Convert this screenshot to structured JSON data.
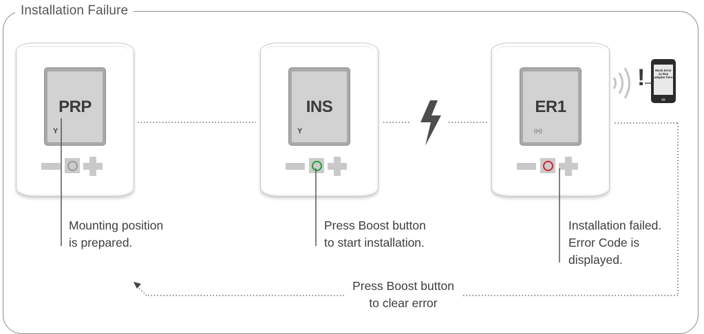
{
  "title": "Installation Failure",
  "devices": [
    {
      "code": "PRP",
      "status_icon": "wrench-icon",
      "button_ring_color": "#9a9a9a"
    },
    {
      "code": "INS",
      "status_icon": "wrench-icon",
      "button_ring_color": "#1aa33a"
    },
    {
      "code": "ER1",
      "status_icon": "radio-signal-icon",
      "button_ring_color": "#d0202e"
    }
  ],
  "captions": {
    "step1": "Mounting position\nis prepared.",
    "step2": "Press Boost button\nto start installation.",
    "step3": "Installation failed.\nError Code is\ndisplayed.",
    "return": "Press Boost button\nto clear error"
  },
  "phone": {
    "screen_text": "Mock Error sy Bay adapter here"
  },
  "icons": {
    "between_2_3": "lightning-icon",
    "alert": "exclamation-icon",
    "wireless": "wireless-waves-icon"
  }
}
